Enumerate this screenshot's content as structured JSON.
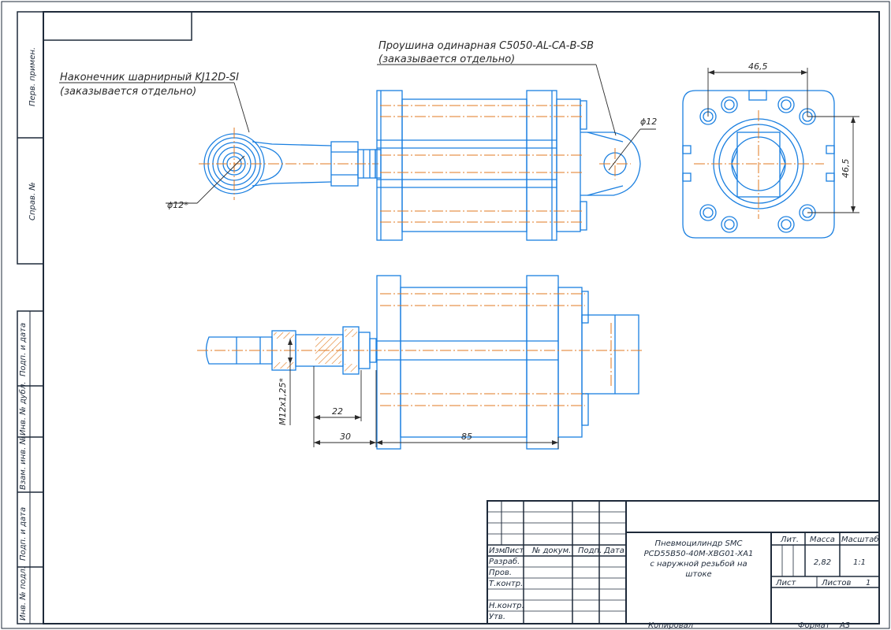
{
  "annotations": {
    "rod_end_line1": "Наконечник шарнирный KJ12D-SI",
    "rod_end_line2": "(заказывается отдельно)",
    "clevis_line1": "Проушина одинарная C5050-AL-CA-B-SB",
    "clevis_line2": "(заказывается отдельно)"
  },
  "dimensions": {
    "rod_end_hole": "ϕ12*",
    "clevis_hole": "ϕ12",
    "flange_width": "46,5",
    "flange_height": "46,5",
    "thread": "M12x1,25*",
    "thread_len": "22",
    "rod_len": "30",
    "body_len": "85"
  },
  "side_stamp": {
    "perv_primen": "Перв. примен.",
    "sprav_no": "Справ. №",
    "podp_data_1": "Подп. и дата",
    "inv_dubl": "Инв. № дубл.",
    "vzam_inv": "Взам. инв. №",
    "podp_data_2": "Подп. и дата",
    "inv_podl": "Инв. № подл."
  },
  "title_block": {
    "col_izm": "Изм.",
    "col_list": "Лист",
    "col_doc": "№ докум.",
    "col_podp": "Подп.",
    "col_data": "Дата",
    "row_razrab": "Разраб.",
    "row_prov": "Пров.",
    "row_tkontr": "Т.контр.",
    "row_nkontr": "Н.контр.",
    "row_utv": "Утв.",
    "name_line1": "Пневмоцилиндр SMC",
    "name_line2": "PCD55B50-40M-XBG01-XA1",
    "name_line3": "с наружной резьбой на",
    "name_line4": "штоке",
    "lit_label": "Лит.",
    "mass_label": "Масса",
    "scale_label": "Масштаб",
    "mass_value": "2,82",
    "scale_value": "1:1",
    "sheet_label": "Лист",
    "sheets_label": "Листов",
    "sheets_value": "1",
    "copied": "Копировал",
    "format_label": "Формат",
    "format_value": "A3"
  },
  "colors": {
    "outline": "#1a7fe0",
    "centerline": "#e07a20",
    "frame": "#1e2a3a",
    "hatch": "#e07a20"
  }
}
